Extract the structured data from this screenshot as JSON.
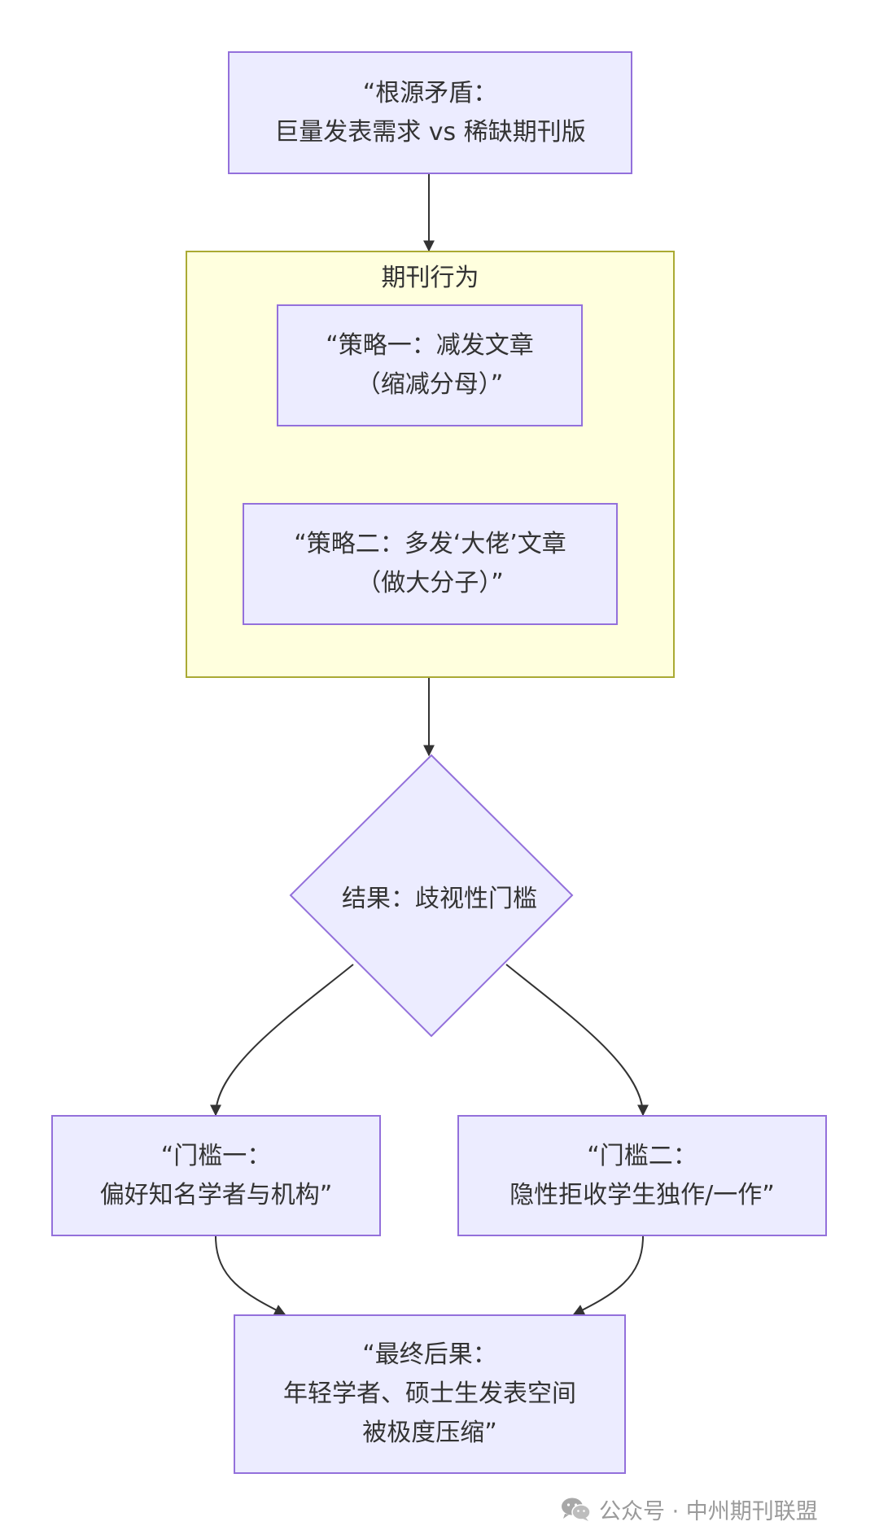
{
  "nodes": {
    "root": {
      "line1": "“根源矛盾：",
      "line2": "巨量发表需求 vs 稀缺期刊版"
    },
    "group": {
      "label": "期刊行为"
    },
    "strategy1": {
      "line1": "“策略一：减发文章",
      "line2": "（缩减分母）”"
    },
    "strategy2": {
      "line1": "“策略二：多发‘大佬’文章",
      "line2": "（做大分子）”"
    },
    "decision": {
      "label": "结果：歧视性门槛"
    },
    "threshold1": {
      "line1": "“门槛一：",
      "line2": "偏好知名学者与机构”"
    },
    "threshold2": {
      "line1": "“门槛二：",
      "line2": "隐性拒收学生独作/一作”"
    },
    "final": {
      "line1": "“最终后果：",
      "line2": "年轻学者、硕士生发表空间",
      "line3": "被极度压缩”"
    }
  },
  "watermark": {
    "text": "公众号 · 中州期刊联盟",
    "icon": "wechat-icon"
  },
  "colors": {
    "node_fill": "#ececff",
    "node_stroke": "#9370db",
    "group_fill": "#ffffde",
    "group_stroke": "#aaaa33",
    "edge": "#333333",
    "text": "#333333",
    "watermark": "#9a9a9a"
  }
}
